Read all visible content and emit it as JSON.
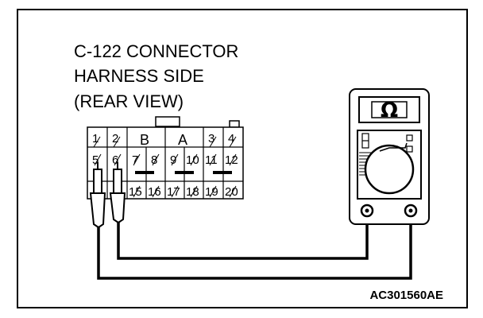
{
  "title": {
    "line1": "C-122 CONNECTOR",
    "line2": "HARNESS SIDE",
    "line3": "(REAR VIEW)"
  },
  "connector": {
    "pins_top": [
      "1",
      "2",
      "B",
      "A",
      "3",
      "4"
    ],
    "pins_row2": [
      "5",
      "6",
      "7",
      "8",
      "9",
      "10",
      "11",
      "12"
    ],
    "pins_row3": [
      "15",
      "16",
      "17",
      "18",
      "19",
      "20"
    ]
  },
  "meter": {
    "display_symbol": "Ω",
    "icon": "ohmmeter-icon"
  },
  "reference_code": "AC301560AE"
}
